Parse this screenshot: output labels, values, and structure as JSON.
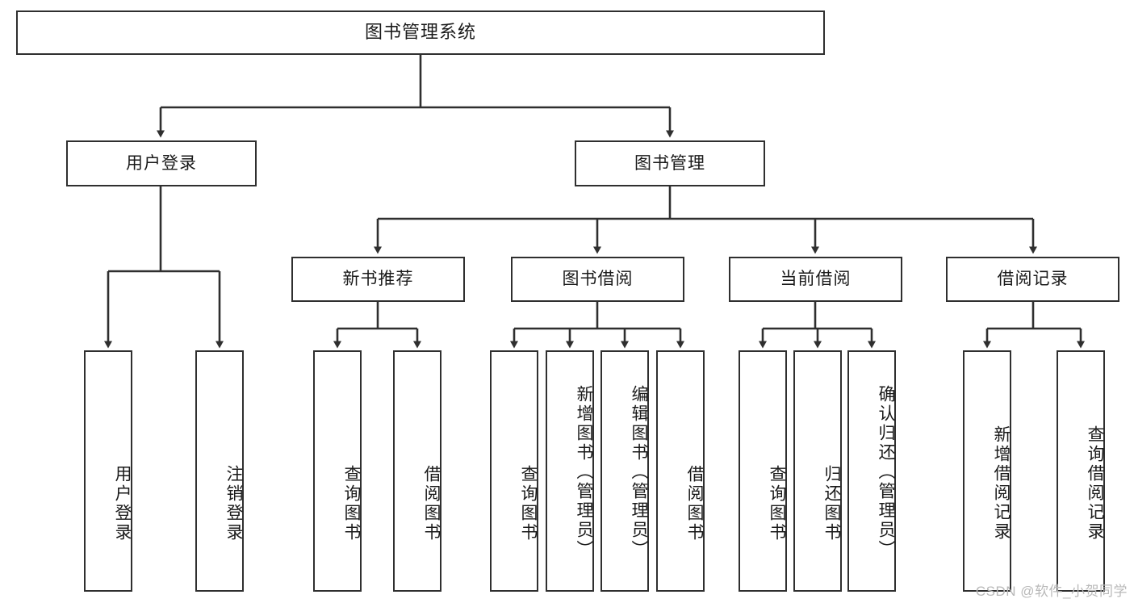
{
  "diagram": {
    "title": "图书管理系统",
    "type": "tree",
    "root": {
      "label": "图书管理系统"
    },
    "level2": [
      {
        "label": "用户登录"
      },
      {
        "label": "图书管理"
      }
    ],
    "level3": [
      {
        "label": "新书推荐"
      },
      {
        "label": "图书借阅"
      },
      {
        "label": "当前借阅"
      },
      {
        "label": "借阅记录"
      }
    ],
    "leaves": {
      "user_login": [
        {
          "label": "用户登录"
        },
        {
          "label": "注销登录"
        }
      ],
      "new_book_recommend": [
        {
          "label": "查询图书"
        },
        {
          "label": "借阅图书"
        }
      ],
      "book_borrow": [
        {
          "label": "查询图书"
        },
        {
          "label": "新增图书（管理员）"
        },
        {
          "label": "编辑图书（管理员）"
        },
        {
          "label": "借阅图书"
        }
      ],
      "current_borrow": [
        {
          "label": "查询图书"
        },
        {
          "label": "归还图书"
        },
        {
          "label": "确认归还（管理员）"
        }
      ],
      "borrow_record": [
        {
          "label": "新增借阅记录"
        },
        {
          "label": "查询借阅记录"
        }
      ]
    }
  },
  "watermark": {
    "text": "CSDN @软件_小贺同学"
  },
  "colors": {
    "stroke": "#2f2f2f",
    "background": "#ffffff",
    "text": "#1a1a1a",
    "watermark": "#b9b9b9"
  }
}
